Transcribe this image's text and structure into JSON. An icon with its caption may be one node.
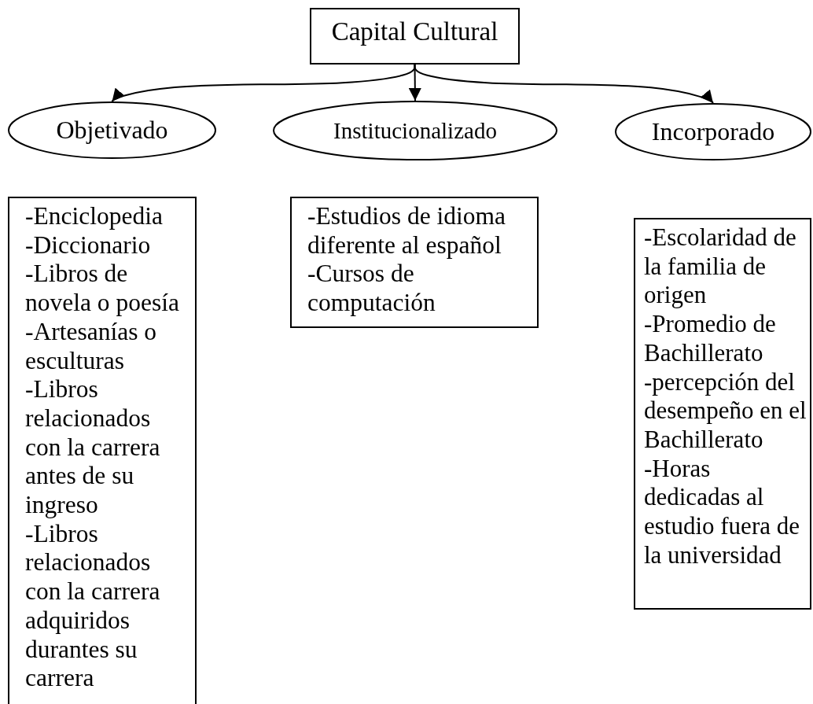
{
  "diagram": {
    "nodes": [
      {
        "text": [
          "Capital Cultural"
        ]
      },
      {
        "text": [
          "Objetivado"
        ]
      },
      {
        "text": [
          "Institucionalizado"
        ]
      },
      {
        "text": [
          "Incorporado"
        ]
      },
      {
        "text": [
          "-Enciclopedia",
          "-Diccionario",
          "-Libros de novela o poesía",
          "-Artesanías o esculturas",
          "-Libros relacionados con la carrera antes de su ingreso",
          "-Libros relacionados con la carrera adquiridos durantes su carrera"
        ]
      },
      {
        "text": [
          "-Estudios de idioma diferente al español",
          "-Cursos de computación"
        ]
      },
      {
        "text": [
          "-Escolaridad de la familia de origen",
          "-Promedio de Bachillerato",
          "-percepción del desempeño en el Bachillerato",
          "-Horas dedicadas al estudio fuera de la universidad"
        ]
      }
    ],
    "edges": [
      {
        "from": 0,
        "to": 1,
        "arrow": "to"
      },
      {
        "from": 0,
        "to": 2,
        "arrow": "to"
      },
      {
        "from": 0,
        "to": 3,
        "arrow": "to"
      }
    ]
  }
}
